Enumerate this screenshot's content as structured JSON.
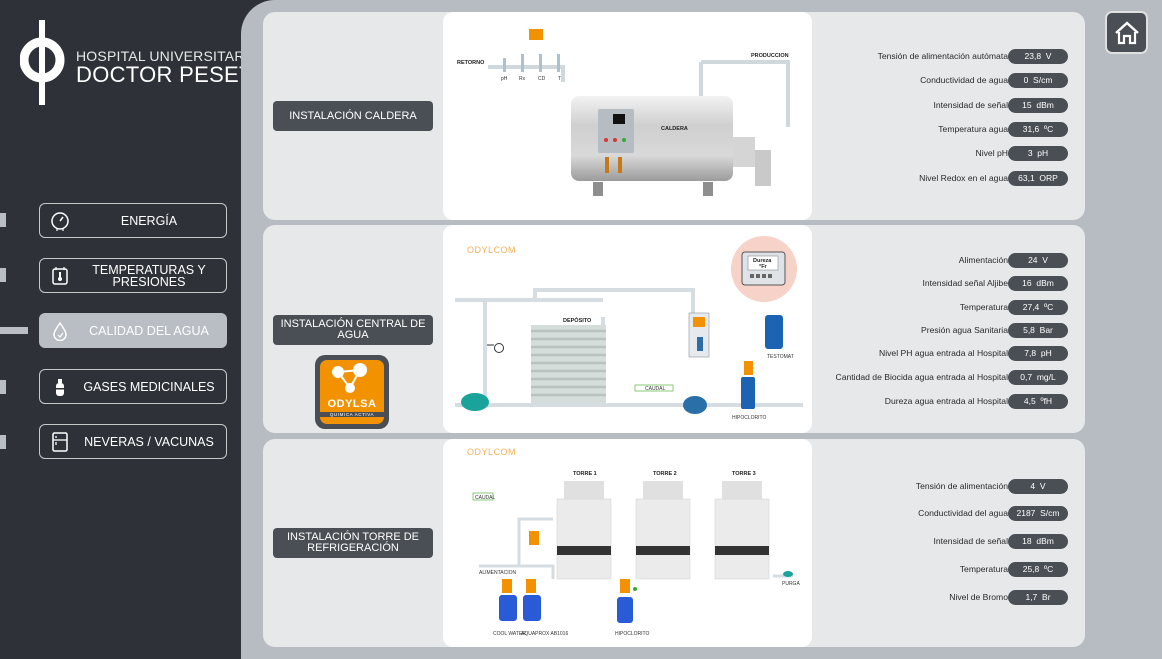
{
  "branding": {
    "line1": "HOSPITAL UNIVERSITARI",
    "line2": "DOCTOR PESET"
  },
  "sidebar": {
    "items": [
      {
        "label": "ENERGÍA",
        "icon": "gauge-icon",
        "active": false
      },
      {
        "label": "TEMPERATURAS Y PRESIONES",
        "icon": "thermometer-box-icon",
        "active": false
      },
      {
        "label": "CALIDAD DEL AGUA",
        "icon": "water-drop-icon",
        "active": true
      },
      {
        "label": "GASES MEDICINALES",
        "icon": "gas-cylinder-icon",
        "active": false
      },
      {
        "label": "NEVERAS / VACUNAS",
        "icon": "fridge-icon",
        "active": false
      }
    ]
  },
  "home_button": {
    "icon": "home-icon"
  },
  "sections": [
    {
      "label": "INSTALACIÓN CALDERA",
      "diagram": {
        "retorno": "RETORNO",
        "produccion": "PRODUCCION",
        "caldera": "CALDERA",
        "sensors": [
          "pH",
          "Rx",
          "CD",
          "T"
        ]
      },
      "readings": [
        {
          "label": "Tensión de alimentación autómata",
          "value": "23,8",
          "unit": "V"
        },
        {
          "label": "Conductividad de agua",
          "value": "0",
          "unit": "S/cm"
        },
        {
          "label": "Intensidad de señal",
          "value": "15",
          "unit": "dBm"
        },
        {
          "label": "Temperatura agua",
          "value": "31,6",
          "unit": "ºC"
        },
        {
          "label": "Nivel pH",
          "value": "3",
          "unit": "pH"
        },
        {
          "label": "Nivel Redox en el agua",
          "value": "63,1",
          "unit": "ORP"
        }
      ]
    },
    {
      "label": "INSTALACIÓN CENTRAL DE AGUA",
      "brand": {
        "name": "ODYLSA",
        "sub": "QUIMICA ACTIVA"
      },
      "diagram": {
        "watermark": "ODYLCOM",
        "deposito": "DEPÓSITO",
        "caudal": "CAUDAL",
        "testomat": "TESTOMAT",
        "hipoclorito": "HIPOCLORITO",
        "dureza": "Dureza",
        "dureza_unit": "°Fr"
      },
      "readings": [
        {
          "label": "Alimentación",
          "value": "24",
          "unit": "V"
        },
        {
          "label": "Intensidad señal Aljibe",
          "value": "16",
          "unit": "dBm"
        },
        {
          "label": "Temperatura",
          "value": "27,4",
          "unit": "ºC"
        },
        {
          "label": "Presión agua Sanitaria",
          "value": "5,8",
          "unit": "Bar"
        },
        {
          "label": "Nivel PH agua entrada al Hospital",
          "value": "7,8",
          "unit": "pH"
        },
        {
          "label": "Cantidad de Biocida agua entrada al Hospital",
          "value": "0,7",
          "unit": "mg/L"
        },
        {
          "label": "Dureza agua entrada al Hospital",
          "value": "4,5",
          "unit": "ºfH"
        }
      ]
    },
    {
      "label": "INSTALACIÓN TORRE DE REFRIGERACIÓN",
      "diagram": {
        "watermark": "ODYLCOM",
        "caudal": "CAUDAL",
        "towers": [
          "TORRE 1",
          "TORRE 2",
          "TORRE 3"
        ],
        "alimentacion": "ALIMENTACION",
        "purga": "PURGA",
        "chem1": "COOL WATER",
        "chem2": "AQUAPROX AB1016",
        "chem3": "HIPOCLORITO"
      },
      "readings": [
        {
          "label": "Tensión de alimentación",
          "value": "4",
          "unit": "V"
        },
        {
          "label": "Conductividad del agua",
          "value": "2187",
          "unit": "S/cm"
        },
        {
          "label": "Intensidad de señal",
          "value": "18",
          "unit": "dBm"
        },
        {
          "label": "Temperatura",
          "value": "25,8",
          "unit": "ºC"
        },
        {
          "label": "Nivel de Bromo",
          "value": "1,7",
          "unit": "Br"
        }
      ]
    }
  ]
}
